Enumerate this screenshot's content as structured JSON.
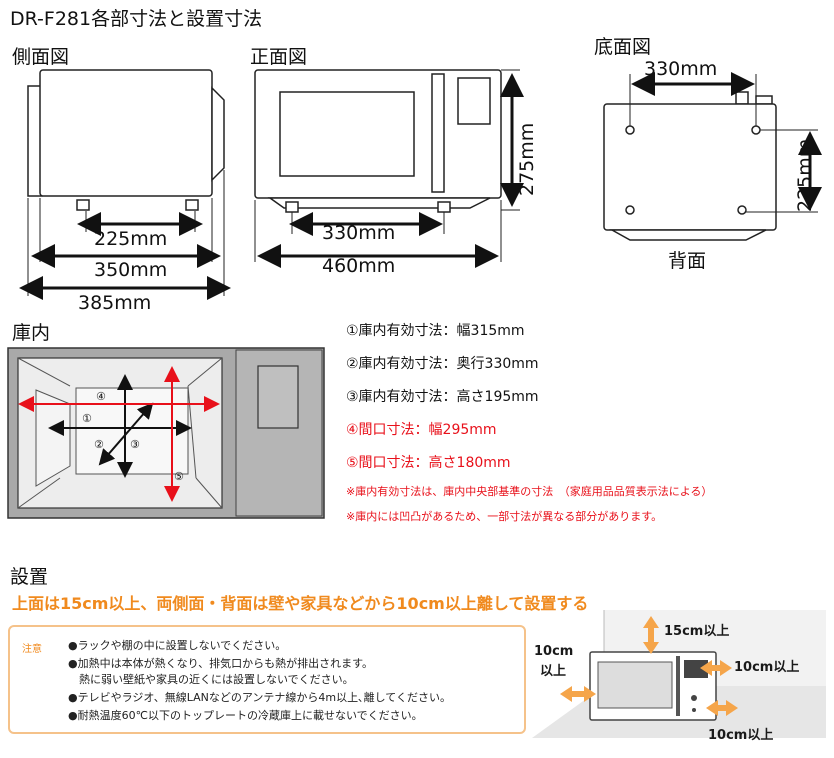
{
  "title": "DR-F281各部寸法と設置寸法",
  "views": {
    "side": "側面図",
    "front": "正面図",
    "bottom": "底面図",
    "back": "背面",
    "interior": "庫内",
    "install": "設置"
  },
  "dimensions": {
    "side_feet": "225mm",
    "side_body": "350mm",
    "side_total": "385mm",
    "front_feet": "330mm",
    "front_width": "460mm",
    "front_height": "275mm",
    "bottom_width": "330mm",
    "bottom_depth": "225mm"
  },
  "interior_markers": [
    "①",
    "②",
    "③",
    "④",
    "⑤"
  ],
  "specs": [
    {
      "text": "①庫内有効寸法：幅315mm",
      "color": "#111111"
    },
    {
      "text": "②庫内有効寸法：奥行330mm",
      "color": "#111111"
    },
    {
      "text": "③庫内有効寸法：高さ195mm",
      "color": "#111111"
    },
    {
      "text": "④間口寸法：幅295mm",
      "color": "#e8101a"
    },
    {
      "text": "⑤間口寸法：高さ180mm",
      "color": "#e8101a"
    }
  ],
  "notes": [
    "※庫内有効寸法は、庫内中央部基準の寸法　（家庭用品品質表示法による）",
    "※庫内には凹凸があるため、一部寸法が異なる部分があります。"
  ],
  "install_instruction": "上面は15cm以上、両側面・背面は壁や家具などから10cm以上離して設置する",
  "caution": {
    "label": "注意",
    "lines": [
      "●ラックや棚の中に設置しないでください。",
      "●加熱中は本体が熱くなり、排気口からも熱が排出されます。",
      "　熱に弱い壁紙や家具の近くには設置しないでください。",
      "●テレビやラジオ、無線LANなどのアンテナ線から4m以上､離してください。",
      "●耐熱温度60℃以下のトップレートの冷蔵庫上に載せないでください。"
    ]
  },
  "clearances": {
    "top": "15cm以上",
    "left_line1": "10cm",
    "left_line2": "以上",
    "right": "10cm以上",
    "back": "10cm以上"
  },
  "colors": {
    "accent_orange": "#f08a1e",
    "arrow_orange": "#f5a54a",
    "note_red": "#e8101a",
    "box_border": "#f5c28a"
  }
}
